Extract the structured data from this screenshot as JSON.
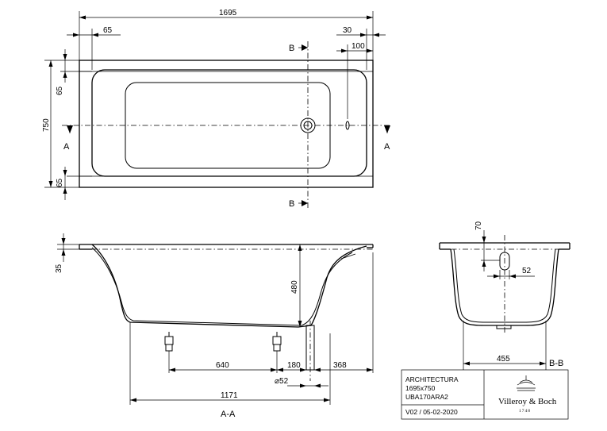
{
  "plan_view": {
    "dim_overall_length": "1695",
    "dim_left_rim": "65",
    "dim_right_rim_30": "30",
    "dim_drain_offset": "100",
    "dim_overall_width": "750",
    "dim_top_rim": "65",
    "dim_bottom_rim": "65",
    "section_a_left": "A",
    "section_a_right": "A",
    "section_b_top": "B",
    "section_b_bottom": "B"
  },
  "side_view": {
    "dim_rim_height": "35",
    "dim_depth": "480",
    "dim_feet_spacing": "640",
    "dim_drain_x": "180",
    "dim_drain_end": "368",
    "dim_drain_diameter": "⌀52",
    "dim_bottom_length": "1171",
    "section_label": "A-A"
  },
  "end_view": {
    "dim_overflow_height": "70",
    "dim_overflow_diameter": "52",
    "dim_bottom_width": "455",
    "section_label": "B-B"
  },
  "title_block": {
    "product_name": "ARCHITECTURA",
    "size": "1695x750",
    "article_code": "UBA170ARA2",
    "version_date": "V02 / 05-02-2020",
    "brand": "Villeroy & Boch",
    "year": "1748"
  }
}
